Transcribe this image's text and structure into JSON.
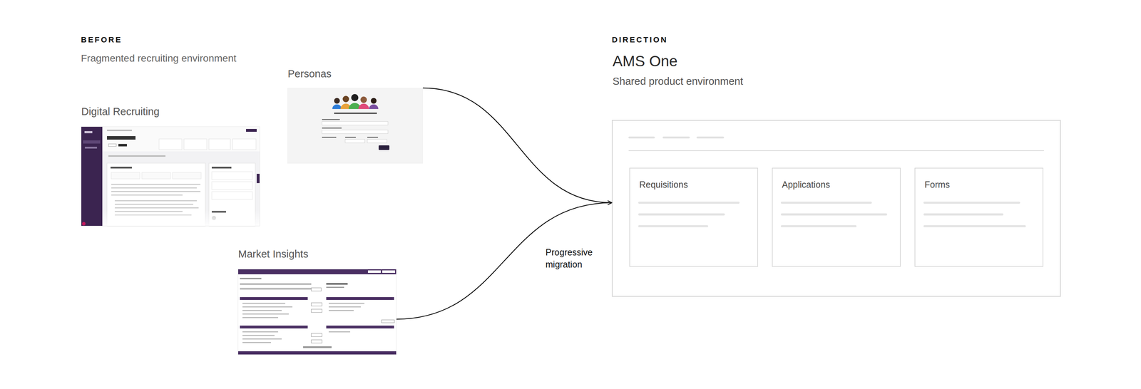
{
  "diagram": {
    "nodes": [
      {
        "text": [
          "Personas"
        ]
      },
      {
        "text": [
          "Digital Recruiting"
        ]
      },
      {
        "text": [
          "Market Insights"
        ]
      },
      {
        "text": [
          "AMS One",
          "Shared product environment"
        ]
      },
      {
        "text": [
          "Requisitions"
        ],
        "in": 3
      },
      {
        "text": [
          "Applications"
        ],
        "in": 3
      },
      {
        "text": [
          "Forms"
        ],
        "in": 3
      }
    ],
    "edges": [
      {
        "from": 0,
        "to": 3,
        "arrow": "to"
      },
      {
        "from": 2,
        "to": 3,
        "label": "Progressive migration",
        "arrow": "to"
      }
    ],
    "labels": [
      "BEFORE",
      "Fragmented recruiting environment",
      "DIRECTION"
    ]
  }
}
